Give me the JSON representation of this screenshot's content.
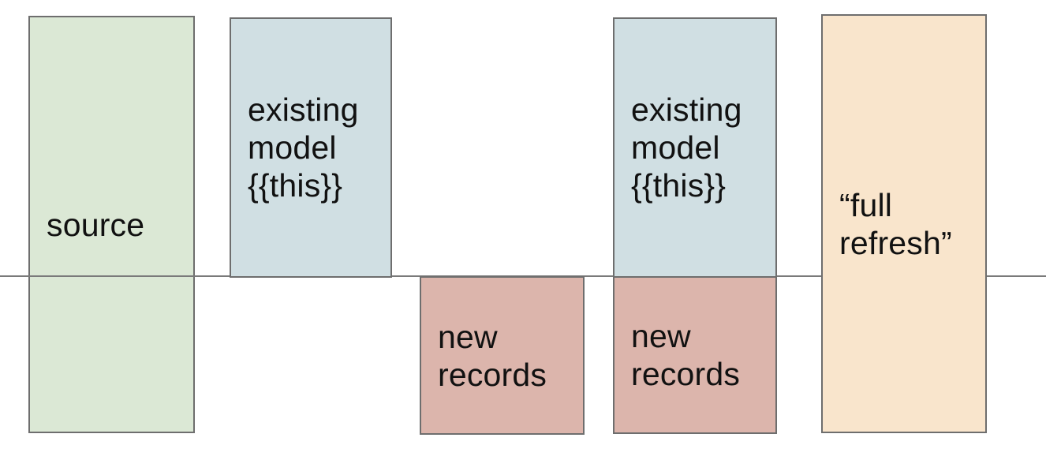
{
  "diagram": {
    "background": "#ffffff",
    "divider_line": {
      "color": "#7a7a7a"
    },
    "boxes": {
      "source": {
        "label": "source",
        "fill": "#dbe8d5",
        "border": "#6e6e6e"
      },
      "existing_model_left": {
        "label": "existing\nmodel\n{{this}}",
        "fill": "#d0dfe3",
        "border": "#6e6e6e"
      },
      "new_records_left": {
        "label": "new\nrecords",
        "fill": "#dcb5ac",
        "border": "#6e6e6e"
      },
      "existing_model_right": {
        "label": "existing\nmodel\n{{this}}",
        "fill": "#d0dfe3",
        "border": "#6e6e6e"
      },
      "new_records_right": {
        "label": "new\nrecords",
        "fill": "#dcb5ac",
        "border": "#6e6e6e"
      },
      "full_refresh": {
        "label": "“full\nrefresh”",
        "fill": "#f9e5cc",
        "border": "#6e6e6e"
      }
    }
  }
}
